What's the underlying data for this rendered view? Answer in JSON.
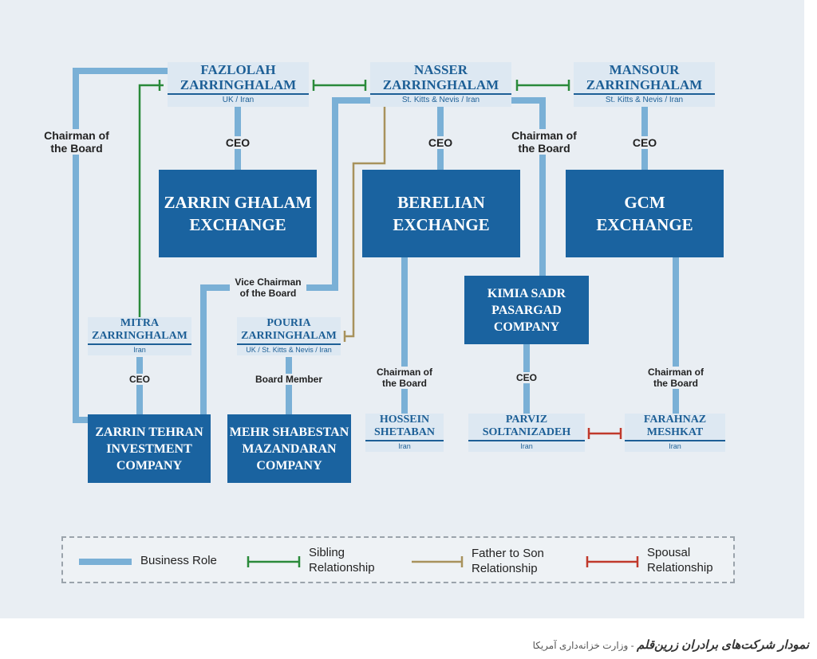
{
  "people": {
    "fazlolah": {
      "name": "FAZLOLAH\nZARRINGHALAM",
      "location": "UK / Iran"
    },
    "nasser": {
      "name": "NASSER\nZARRINGHALAM",
      "location": "St. Kitts & Nevis / Iran"
    },
    "mansour": {
      "name": "MANSOUR\nZARRINGHALAM",
      "location": "St. Kitts & Nevis / Iran"
    },
    "mitra": {
      "name": "MITRA\nZARRINGHALAM",
      "location": "Iran"
    },
    "pouria": {
      "name": "POURIA\nZARRINGHALAM",
      "location": "UK / St. Kitts & Nevis / Iran"
    },
    "hossein": {
      "name": "HOSSEIN\nSHETABAN",
      "location": "Iran"
    },
    "parviz": {
      "name": "PARVIZ\nSOLTANIZADEH",
      "location": "Iran"
    },
    "farahnaz": {
      "name": "FARAHNAZ\nMESHKAT",
      "location": "Iran"
    }
  },
  "companies": {
    "zarrin_ghalam": "ZARRIN GHALAM\nEXCHANGE",
    "berelian": "BERELIAN\nEXCHANGE",
    "gcm": "GCM\nEXCHANGE",
    "kimia": "KIMIA SADR\nPASARGAD\nCOMPANY",
    "zarrin_tehran": "ZARRIN TEHRAN\nINVESTMENT\nCOMPANY",
    "mehr": "MEHR SHABESTAN\nMAZANDARAN\nCOMPANY"
  },
  "roles": {
    "chairman_left": "Chairman of\nthe Board",
    "ceo_fazlolah": "CEO",
    "ceo_nasser": "CEO",
    "chairman_kimia": "Chairman of\nthe Board",
    "ceo_mansour": "CEO",
    "vice_chairman": "Vice Chairman\nof the Board",
    "ceo_mitra": "CEO",
    "board_member": "Board Member",
    "chairman_hossein": "Chairman of\nthe Board",
    "ceo_parviz": "CEO",
    "chairman_farahnaz": "Chairman of\nthe Board"
  },
  "legend": {
    "business": "Business Role",
    "sibling": "Sibling\nRelationship",
    "father": "Father to Son\nRelationship",
    "spousal": "Spousal\nRelationship"
  },
  "colors": {
    "business": "#7ab0d6",
    "sibling": "#2a8a3a",
    "father": "#a8925c",
    "spousal": "#c0392b",
    "company": "#1a63a0"
  },
  "caption": {
    "title": "نمودار شرکت‌های برادران زرین‌قلم",
    "source": " - وزارت خزانه‌داری آمریکا"
  }
}
